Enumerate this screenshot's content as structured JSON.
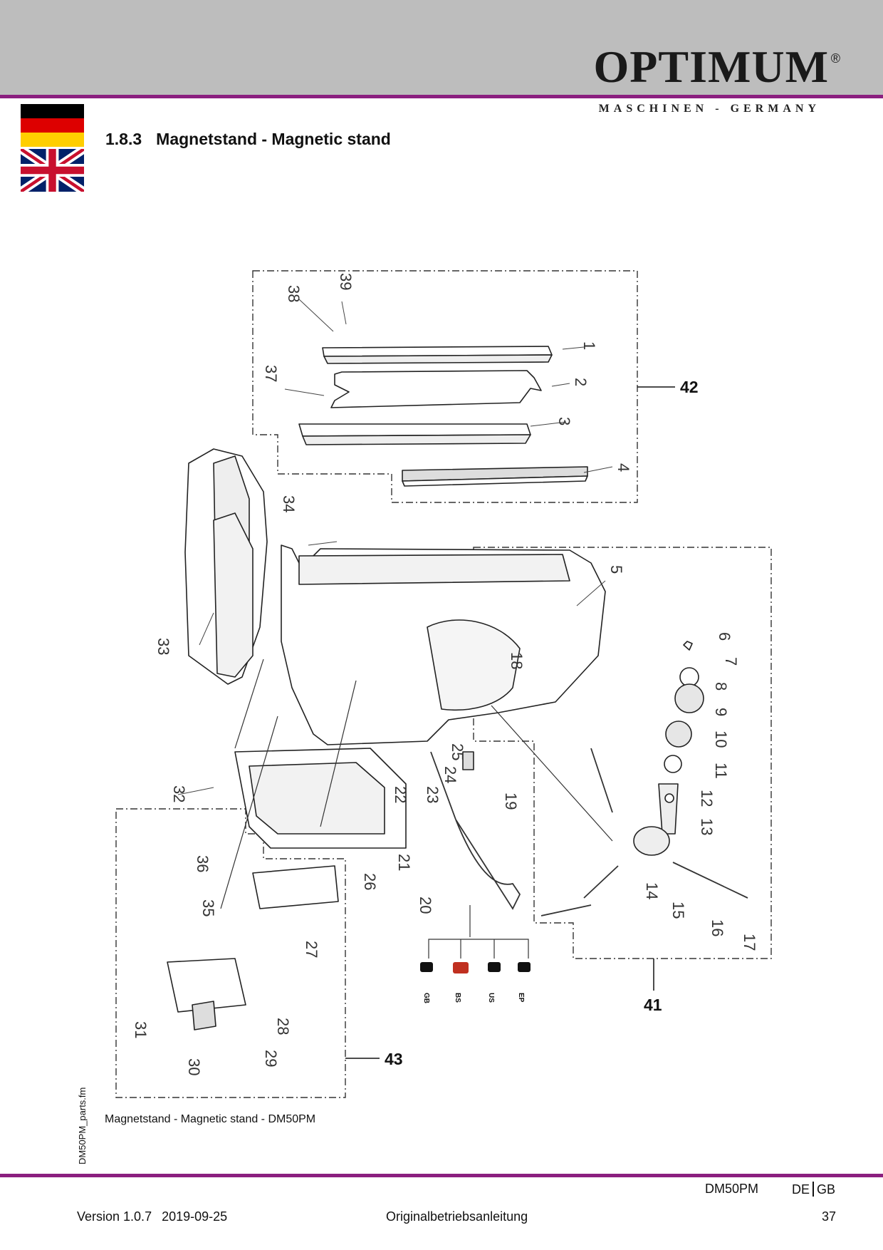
{
  "header": {
    "brand": "OPTIMUM",
    "registered": "®",
    "tagline": "MASCHINEN - GERMANY"
  },
  "section": {
    "number": "1.8.3",
    "title": "Magnetstand - Magnetic stand"
  },
  "diagram": {
    "callouts": [
      "1",
      "2",
      "3",
      "4",
      "5",
      "6",
      "7",
      "8",
      "9",
      "10",
      "11",
      "12",
      "13",
      "14",
      "15",
      "16",
      "17",
      "18",
      "19",
      "20",
      "21",
      "22",
      "23",
      "24",
      "25",
      "26",
      "27",
      "28",
      "29",
      "30",
      "31",
      "32",
      "33",
      "34",
      "35",
      "36",
      "37",
      "38",
      "39"
    ],
    "groups": [
      "41",
      "42",
      "43"
    ],
    "plugs": [
      "GB",
      "BS",
      "US",
      "EP"
    ]
  },
  "caption": "Magnetstand - Magnetic stand - DM50PM",
  "side_label": "DM50PM_parts.fm",
  "footer": {
    "model": "DM50PM",
    "lang_de": "DE",
    "lang_gb": "GB",
    "version": "Version 1.0.7",
    "date": "2019-09-25",
    "doc": "Originalbetriebsanleitung",
    "page": "37"
  }
}
